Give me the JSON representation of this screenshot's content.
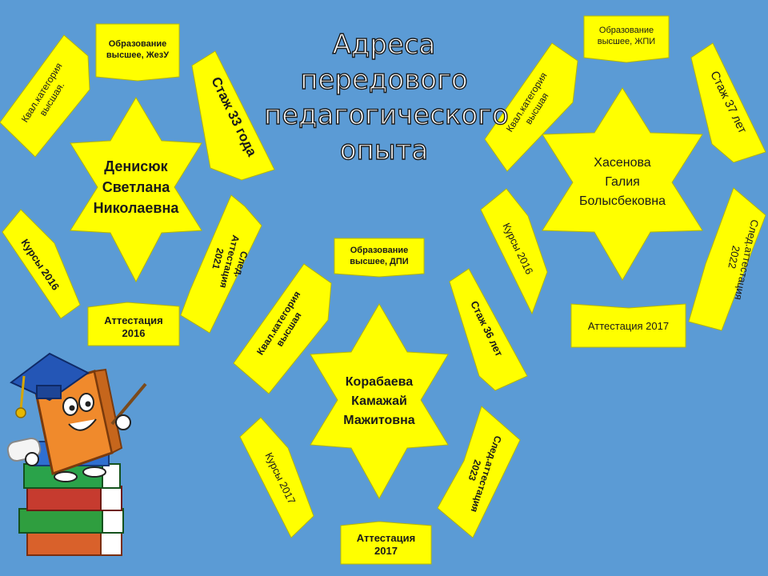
{
  "slide": {
    "title_lines": [
      "Адреса",
      "передового",
      "педагогического",
      "опыта"
    ]
  },
  "colors": {
    "background": "#5b9bd5",
    "card": "#ffff00",
    "card_border": "#b8b800",
    "text": "#1a1a1a"
  },
  "teachers": [
    {
      "name_lines": [
        "Денисюк",
        "Светлана",
        "Николаевна"
      ],
      "education_lines": [
        "Образование",
        "высшее, ЖезУ"
      ],
      "experience": "Стаж 33 года",
      "next_attestation_lines": [
        "След.",
        "Аттестация",
        "2021"
      ],
      "attestation_lines": [
        "Аттестация",
        "2016"
      ],
      "courses": "Курсы 2016",
      "qualification_lines": [
        "Квал.категория",
        "высшая."
      ]
    },
    {
      "name_lines": [
        "Корабаева",
        "Камажай",
        "Мажитовна"
      ],
      "education_lines": [
        "Образование",
        "высшее, ДПИ"
      ],
      "experience": "Стаж 36 лет",
      "next_attestation_lines": [
        "След.аттестация",
        "2023"
      ],
      "attestation_lines": [
        "Аттестация",
        "2017"
      ],
      "courses": "Курсы 2017",
      "qualification_lines": [
        "Квал.категория",
        "высшая"
      ]
    },
    {
      "name_lines": [
        "Хасенова",
        "Галия",
        "Болысбековна"
      ],
      "education_lines": [
        "Образование",
        "высшее, ЖПИ"
      ],
      "experience": "Стаж 37 лет",
      "next_attestation_lines": [
        "След.аттестация",
        "2022"
      ],
      "attestation": "Аттестация 2017",
      "courses": "Курсы 2016",
      "qualification_lines": [
        "Квал.категория",
        "высшая"
      ]
    }
  ],
  "illustration": {
    "icon": "book-mascot-with-graduation-cap-icon"
  }
}
